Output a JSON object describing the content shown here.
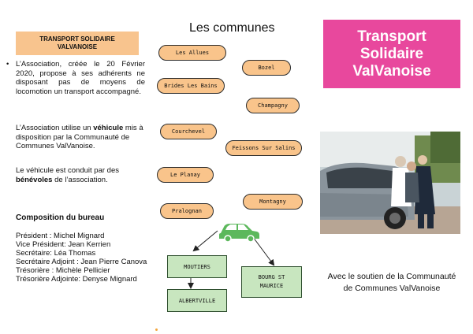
{
  "left": {
    "box_title_line1": "TRANSPORT SOLIDAIRE",
    "box_title_line2": "VALVANOISE",
    "intro_bullet": "•",
    "intro_text": "L’Association, créée le 20 Février 2020, propose à ses adhérents ne disposant pas de moyens de locomotion un transport accompagné.",
    "vehicle_pre": "L’Association utilise un ",
    "vehicle_bold": "véhicule",
    "vehicle_post": " mis à disposition par la Communauté de Communes ValVanoise.",
    "driver_pre": "Le véhicule est conduit par des ",
    "driver_bold": "bénévoles",
    "driver_post": " de l’association.",
    "board_title": "Composition du bureau",
    "board": [
      "Président : Michel Mignard",
      "Vice Président: Jean Kerrien",
      "Secrétaire: Léa Thomas",
      "Secrétaire Adjoint : Jean Pierre Canova",
      "Trésorière : Michèle Pellicier",
      "Trésorière Adjointe: Denyse Mignard"
    ]
  },
  "middle": {
    "title": "Les communes",
    "communes": [
      "Les Allues",
      "Bozel",
      "Brides Les Bains",
      "Champagny",
      "Courchevel",
      "Feissons Sur Salins",
      "Le Planay",
      "Montagny",
      "Pralognan"
    ],
    "moutiers": "MOUTIERS",
    "albertville": "ALBERTVILLE",
    "bourg_line1": "BOURG ST",
    "bourg_line2": "MAURICE"
  },
  "right": {
    "title_line1": "Transport",
    "title_line2": "Solidaire",
    "title_line3": "ValVanoise",
    "support": "Avec le soutien de la Communauté de Communes ValVanoise"
  },
  "colors": {
    "pink": "#e8489d",
    "orange": "#f9c48b",
    "green_box": "#c8e6bf",
    "car_green": "#5cb85c"
  }
}
